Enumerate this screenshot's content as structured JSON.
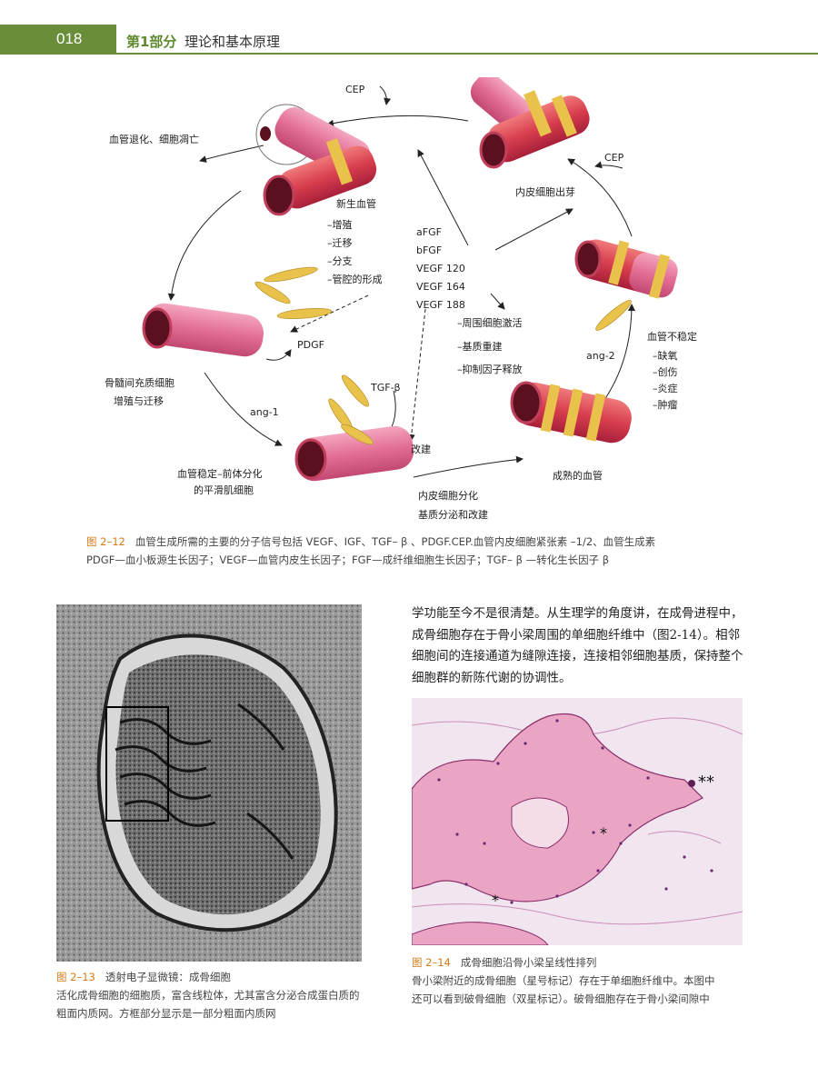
{
  "header": {
    "page_number": "018",
    "part": "第1部分",
    "title": "理论和基本原理"
  },
  "diagram": {
    "cep_top": "CEP",
    "cep_right": "CEP",
    "regression": "血管退化、细胞凋亡",
    "sprouting": "内皮细胞出芽",
    "new_vessel": [
      "新生血管",
      "–增殖",
      "–迁移",
      "–分支",
      "–管腔的形成"
    ],
    "factors": [
      "aFGF",
      "bFGF",
      "VEGF 120",
      "VEGF 164",
      "VEGF 188"
    ],
    "pdgf": "PDGF",
    "mesenchymal": [
      "骨髓间充质细胞",
      "增殖与迁移"
    ],
    "pericyte": [
      "–周围细胞激活",
      "–基质重建",
      "–抑制因子释放"
    ],
    "ang2": "ang-2",
    "unstable": [
      "血管不稳定",
      "–缺氧",
      "–创伤",
      "–炎症",
      "–肿瘤"
    ],
    "ang1": "ang-1",
    "tgf": "TGF-β",
    "remodel": "改建",
    "stabilize": [
      "血管稳定–前体分化",
      "的平滑肌细胞"
    ],
    "mature": "成熟的血管",
    "endo_diff": [
      "内皮细胞分化",
      "基质分泌和改建"
    ]
  },
  "fig12": {
    "number": "图 2–12",
    "line1": "血管生成所需的主要的分子信号包括 VEGF、IGF、TGF– β 、PDGF.CEP.血管内皮细胞紧张素 –1/2、血管生成素",
    "line2": "PDGF—血小板源生长因子；VEGF—血管内皮生长因子；FGF—成纤维细胞生长因子；TGF– β —转化生长因子 β"
  },
  "fig13": {
    "number": "图 2–13",
    "title": "透射电子显微镜：成骨细胞",
    "line1": "活化成骨细胞的细胞质，富含线粒体，尤其富含分泌合成蛋白质的",
    "line2": "粗面内质网。方框部分显示是一部分粗面内质网"
  },
  "body": {
    "paragraph": "学功能至今不是很清楚。从生理学的角度讲，在成骨进程中，成骨细胞存在于骨小梁周围的单细胞纤维中（图2-14）。相邻细胞间的连接通道为缝隙连接，连接相邻细胞基质，保持整个细胞群的新陈代谢的协调性。"
  },
  "fig14": {
    "number": "图 2–14",
    "title": "成骨细胞沿骨小梁呈线性排列",
    "line1": "骨小梁附近的成骨细胞（星号标记）存在于单细胞纤维中。本图中",
    "line2": "还可以看到破骨细胞（双星标记）。破骨细胞存在于骨小梁间隙中",
    "marker_single": "*",
    "marker_double": "**"
  }
}
